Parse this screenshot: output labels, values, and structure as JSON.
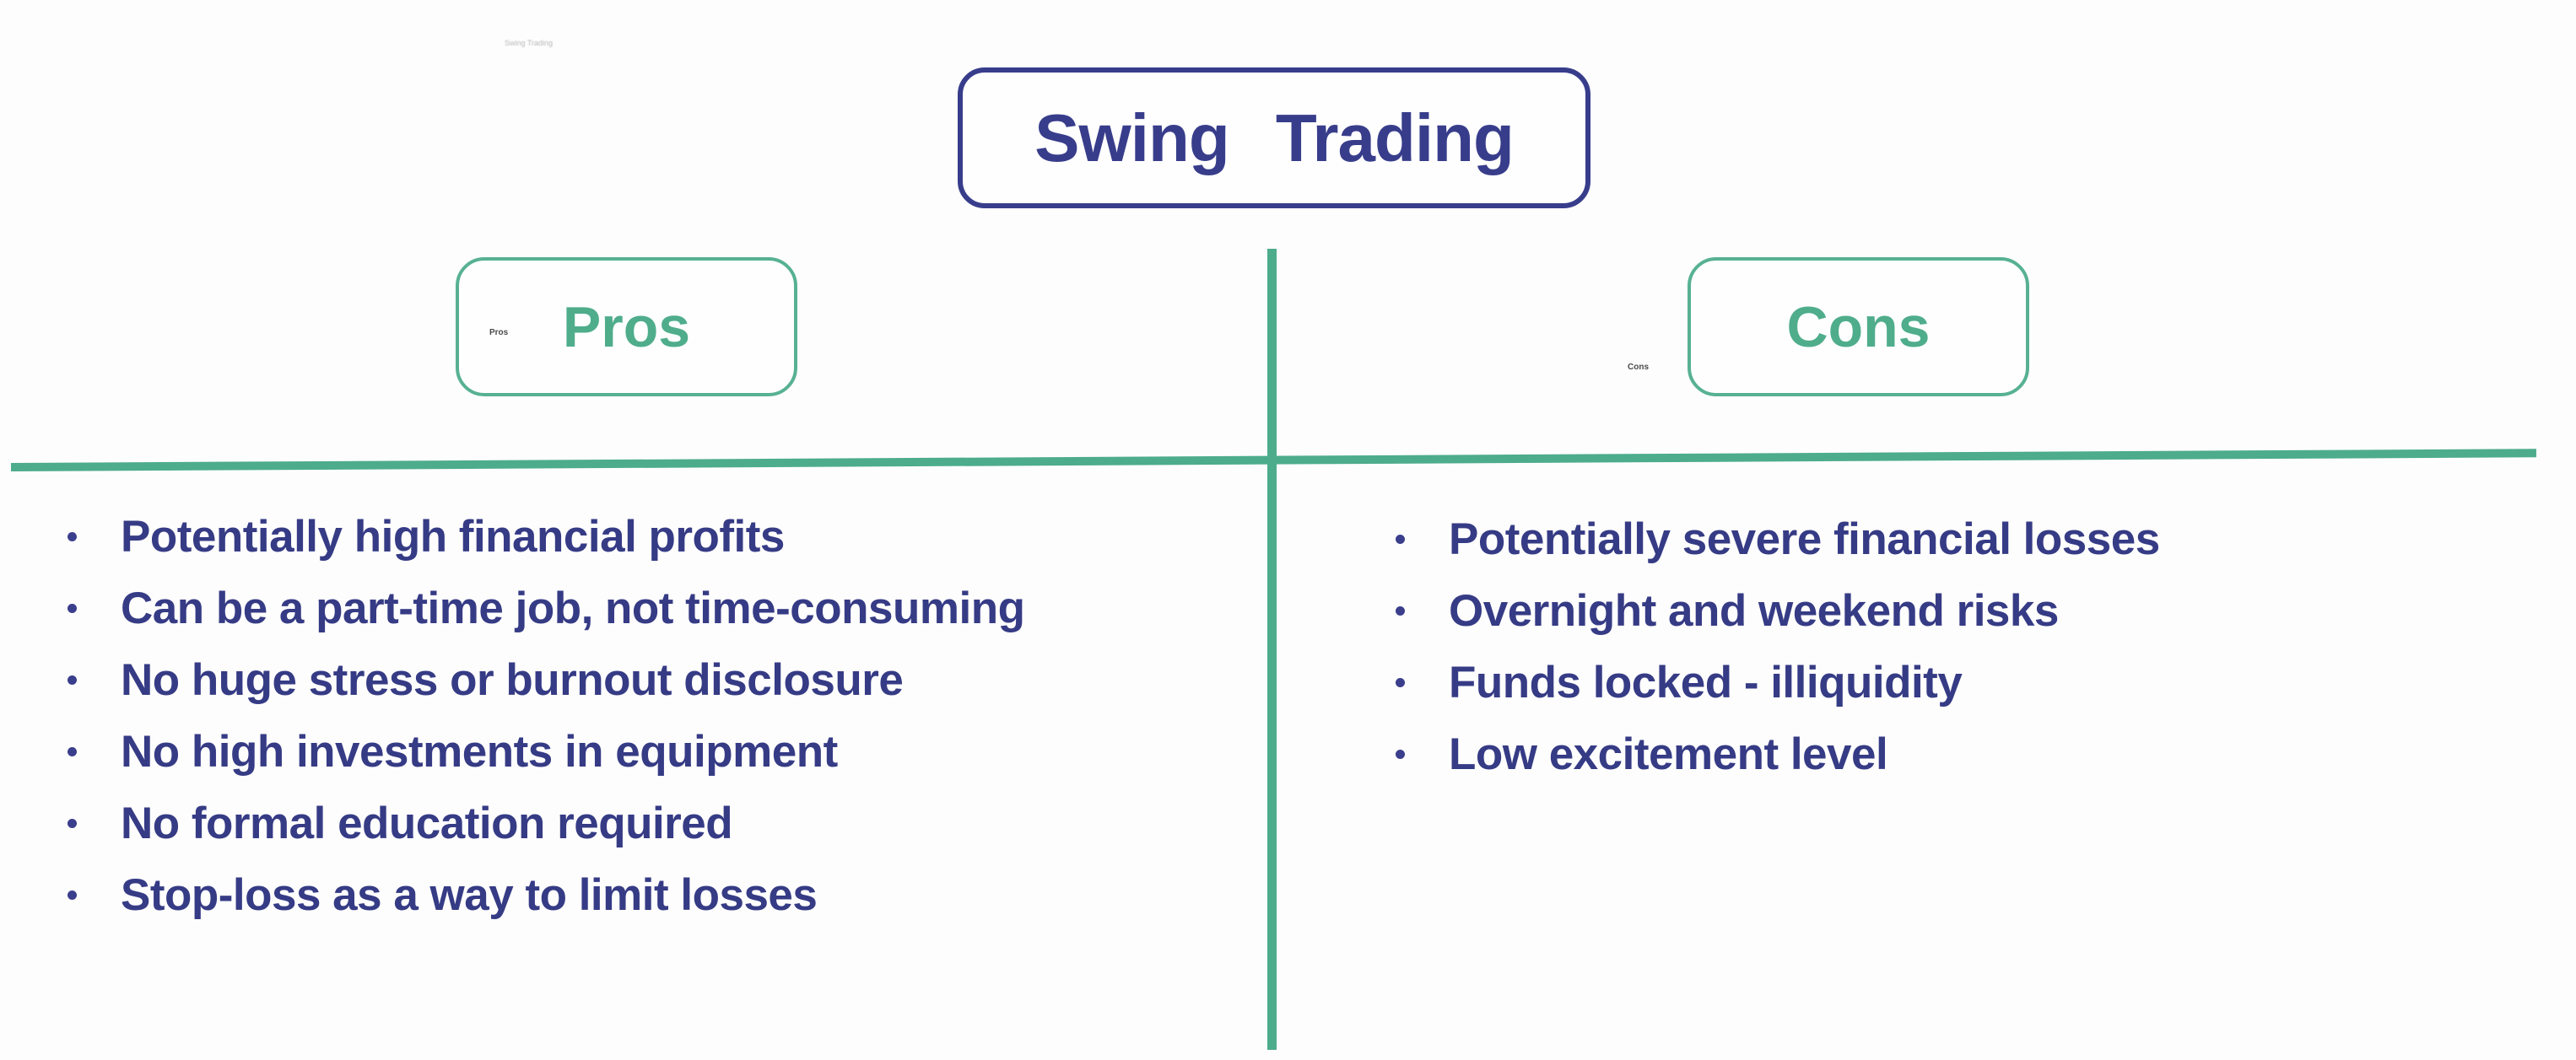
{
  "title": {
    "label": "Swing Trading"
  },
  "pros": {
    "label": "Pros",
    "items": [
      "Potentially high financial profits",
      "Can be a part-time job, not time-consuming",
      "No huge stress or burnout disclosure",
      "No high investments in equipment",
      "No formal education required",
      "Stop-loss as a way to limit losses"
    ]
  },
  "cons": {
    "label": "Cons",
    "items": [
      "Potentially severe financial losses",
      "Overnight and weekend risks",
      "Funds locked - illiquidity",
      "Low excitement level"
    ]
  },
  "artifacts": {
    "title_ghost": "Swing Trading",
    "pros_ghost": "Pros",
    "cons_ghost": "Cons"
  },
  "colors": {
    "indigo_border": "#383d8b",
    "indigo_text": "#363b85",
    "green_line": "#4dac8b",
    "green_border": "#57b192",
    "green_text": "#4fad8c"
  }
}
